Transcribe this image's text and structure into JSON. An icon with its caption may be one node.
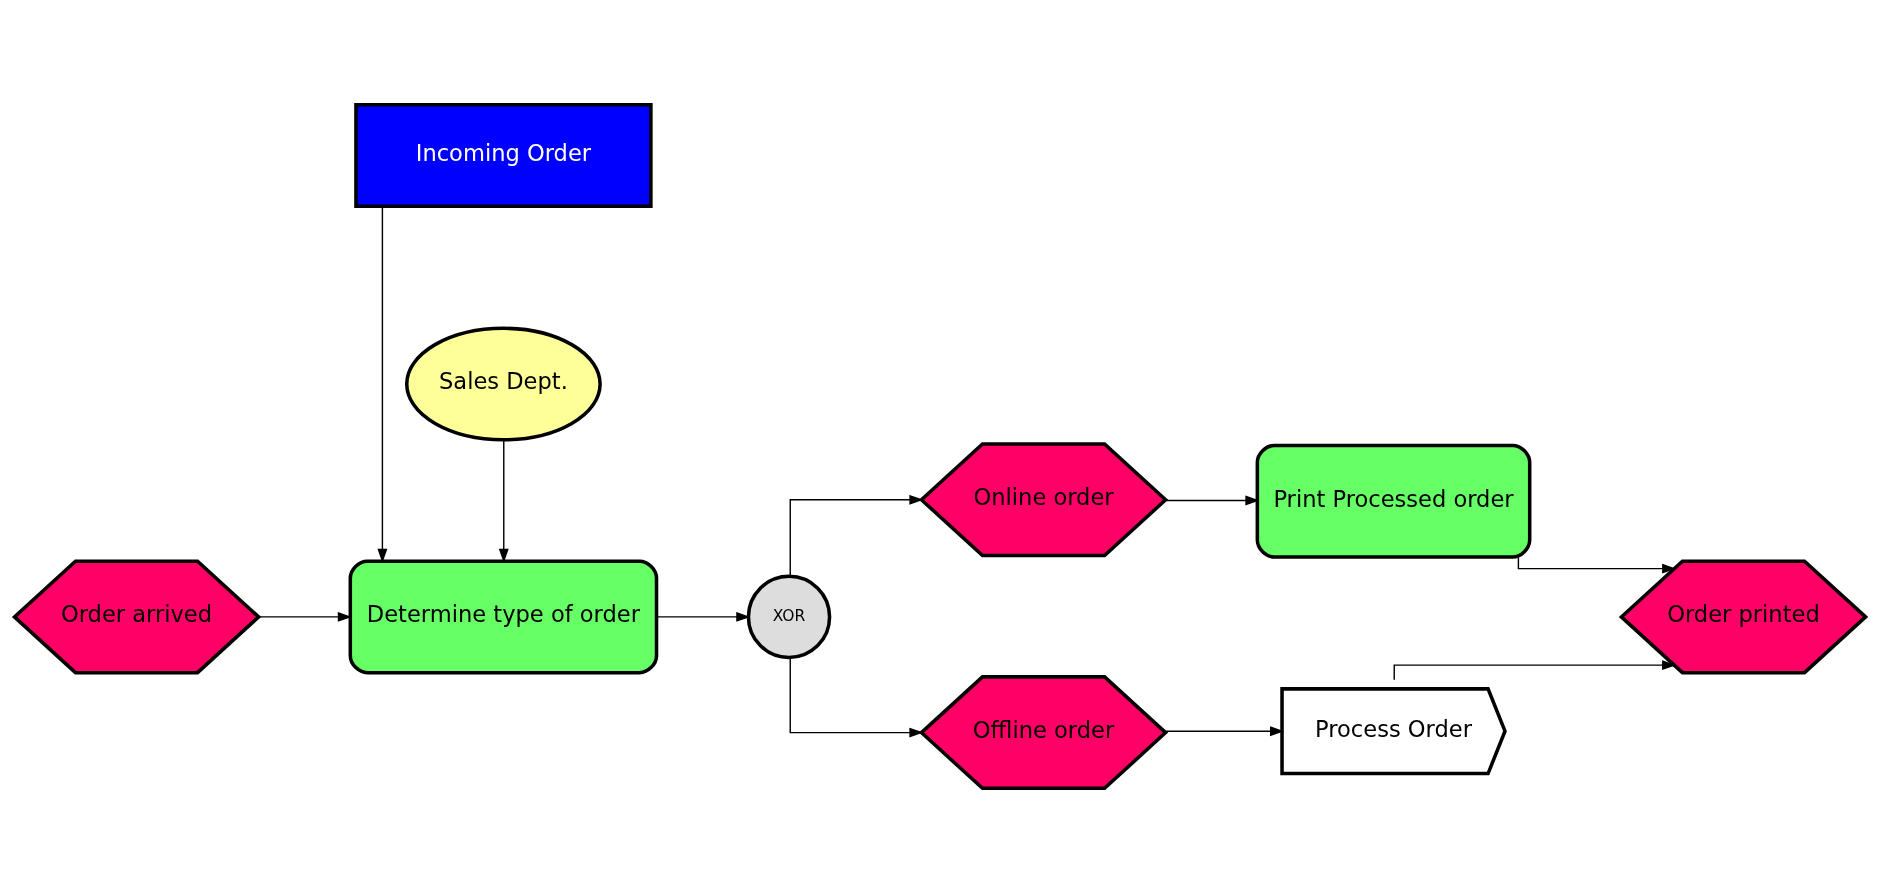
{
  "diagram": {
    "nodes": [
      {
        "text": [
          "Order arrived"
        ]
      },
      {
        "text": [
          "Incoming Order"
        ]
      },
      {
        "text": [
          "Determine type of order"
        ]
      },
      {
        "text": [
          "Sales Dept."
        ]
      },
      {
        "text": [
          "XOR"
        ]
      },
      {
        "text": [
          "Online order"
        ]
      },
      {
        "text": [
          "Offline order"
        ]
      },
      {
        "text": [
          "Print Processed order"
        ]
      },
      {
        "text": [
          "Process Order"
        ]
      },
      {
        "text": [
          "Order printed"
        ]
      }
    ],
    "edges": [
      {
        "from": 0,
        "to": 2,
        "arrow": "to"
      },
      {
        "from": 1,
        "to": 2,
        "arrow": "to"
      },
      {
        "from": 3,
        "to": 2,
        "arrow": "to"
      },
      {
        "from": 2,
        "to": 4,
        "arrow": "to"
      },
      {
        "from": 4,
        "to": 5,
        "arrow": "to"
      },
      {
        "from": 4,
        "to": 6,
        "arrow": "to"
      },
      {
        "from": 5,
        "to": 7,
        "arrow": "to"
      },
      {
        "from": 6,
        "to": 8,
        "arrow": "to"
      },
      {
        "from": 7,
        "to": 9,
        "arrow": "to"
      },
      {
        "from": 8,
        "to": 9,
        "arrow": "to"
      }
    ]
  }
}
